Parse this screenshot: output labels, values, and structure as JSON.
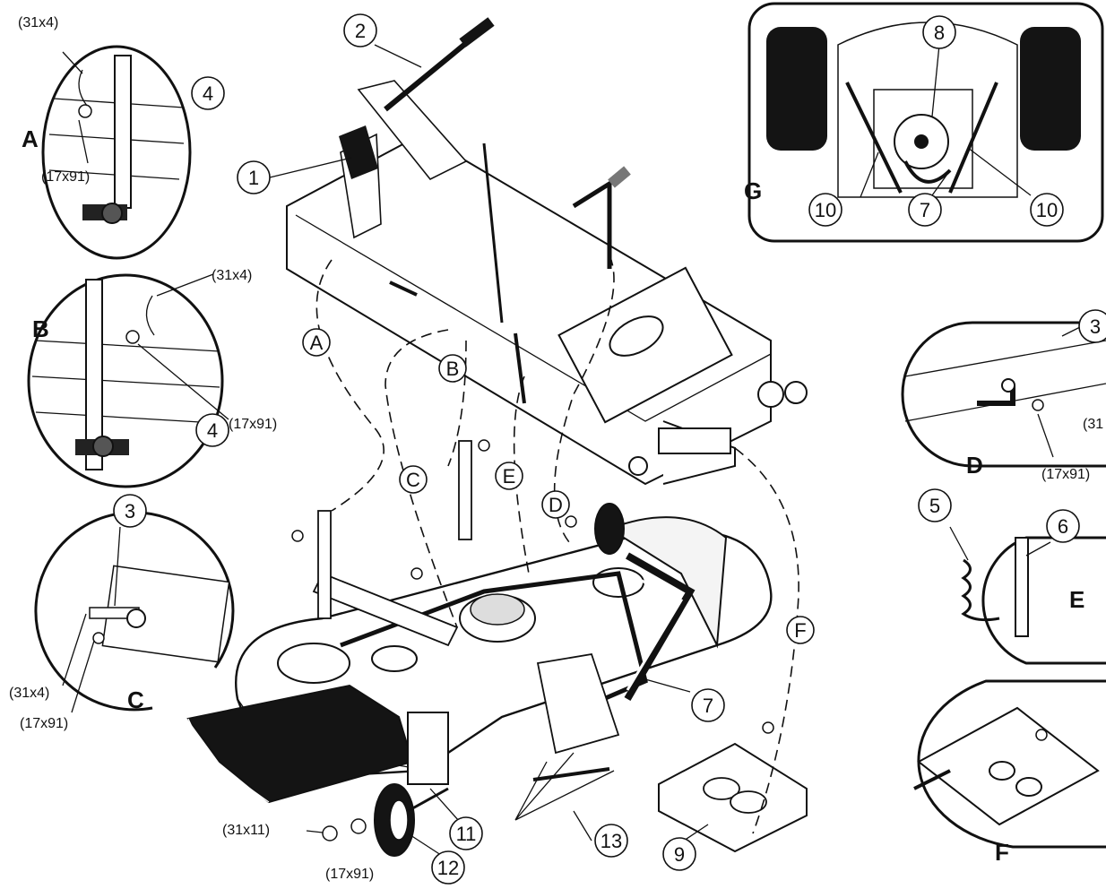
{
  "callouts": {
    "c1": "1",
    "c2": "2",
    "c3a": "3",
    "c3b": "3",
    "c4a": "4",
    "c4b": "4",
    "c5": "5",
    "c6": "6",
    "c7a": "7",
    "c7b": "7",
    "c8": "8",
    "c9": "9",
    "c10a": "10",
    "c10b": "10",
    "c11": "11",
    "c12": "12",
    "c13": "13"
  },
  "detail_letters": {
    "A": "A",
    "B": "B",
    "C": "C",
    "D": "D",
    "E": "E",
    "F": "F",
    "G": "G"
  },
  "path_letters": {
    "A": "A",
    "B": "B",
    "C": "C",
    "D": "D",
    "E": "E",
    "F": "F"
  },
  "part_codes": {
    "pin_31x4": "(31x4)",
    "washer_17x91": "(17x91)",
    "clip_31x11": "(31x11)",
    "pin_31_partial": "(31"
  },
  "colors": {
    "line": "#111111",
    "fill_dark": "#141414",
    "fill_light": "#f4f4f4",
    "background": "#ffffff"
  }
}
